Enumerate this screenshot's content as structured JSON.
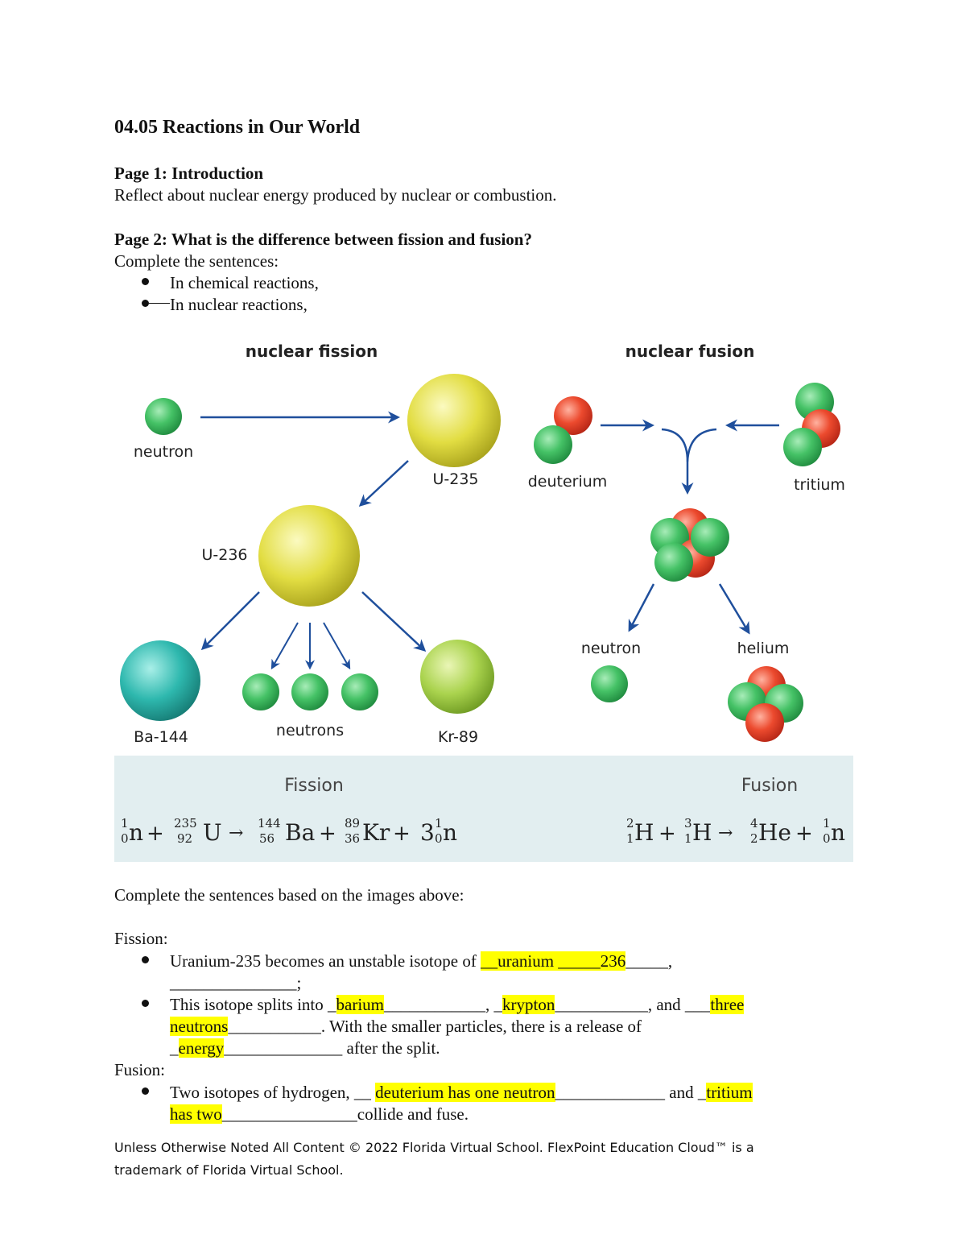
{
  "doc": {
    "title": "04.05 Reactions in Our World",
    "page1_heading": "Page 1: Introduction",
    "page1_text": "Reflect about nuclear energy produced by nuclear or combustion.",
    "page2_heading": "Page 2: What is the difference between fission and fusion?",
    "page2_instruction": "Complete the sentences:",
    "page2_bullet1": "In chemical reactions,",
    "page2_bullet2": "In nuclear reactions,",
    "complete_based": "Complete the sentences based on the images above:",
    "fission_label": "Fission:",
    "fission_b1_pre": "Uranium-235 becomes an unstable isotope of ",
    "fission_b1_ans": "__uranium _____236",
    "fission_b1_post": "_____,",
    "fission_b1_line2": "_______________;",
    "fission_b2_pre": "This isotope splits into _",
    "fission_b2_ans1": "barium",
    "fission_b2_mid1": "____________, _",
    "fission_b2_ans2": "krypton",
    "fission_b2_mid2": "___________, and ___",
    "fission_b2_ans3a": "three",
    "fission_b2_ans3b": "neutrons",
    "fission_b2_mid3": "___________. With the smaller particles, there is a release of",
    "fission_b2_pre4": "_",
    "fission_b2_ans4": "energy",
    "fission_b2_post4": "______________ after the split.",
    "fusion_label": "Fusion:",
    "fusion_b1_pre": "Two isotopes of hydrogen, __ ",
    "fusion_b1_ans1": "deuterium has one neutron",
    "fusion_b1_mid": "_____________ and _",
    "fusion_b1_ans2a": "tritium",
    "fusion_b1_ans2b": "has two",
    "fusion_b1_post": "________________collide and fuse.",
    "footer_line1": "Unless Otherwise Noted All Content © 2022 Florida Virtual School. FlexPoint Education Cloud™ is a",
    "footer_line2": "trademark of Florida Virtual School."
  },
  "diagram": {
    "fission_title": "nuclear fission",
    "fusion_title": "nuclear fusion",
    "neutron": "neutron",
    "u235": "U-235",
    "u236": "U-236",
    "ba144": "Ba-144",
    "neutrons": "neutrons",
    "kr89": "Kr-89",
    "deuterium": "deuterium",
    "tritium": "tritium",
    "fusion_neutron": "neutron",
    "helium": "helium",
    "fission_eq_title": "Fission",
    "fusion_eq_title": "Fusion",
    "colors": {
      "neutron": "#3fbf5c",
      "proton": "#e8402a",
      "uranium": "#e0dc3a",
      "barium": "#26b1a8",
      "krypton": "#a9cf4a",
      "arrow": "#1f4f9c",
      "equation_band": "#e2eef0"
    }
  }
}
